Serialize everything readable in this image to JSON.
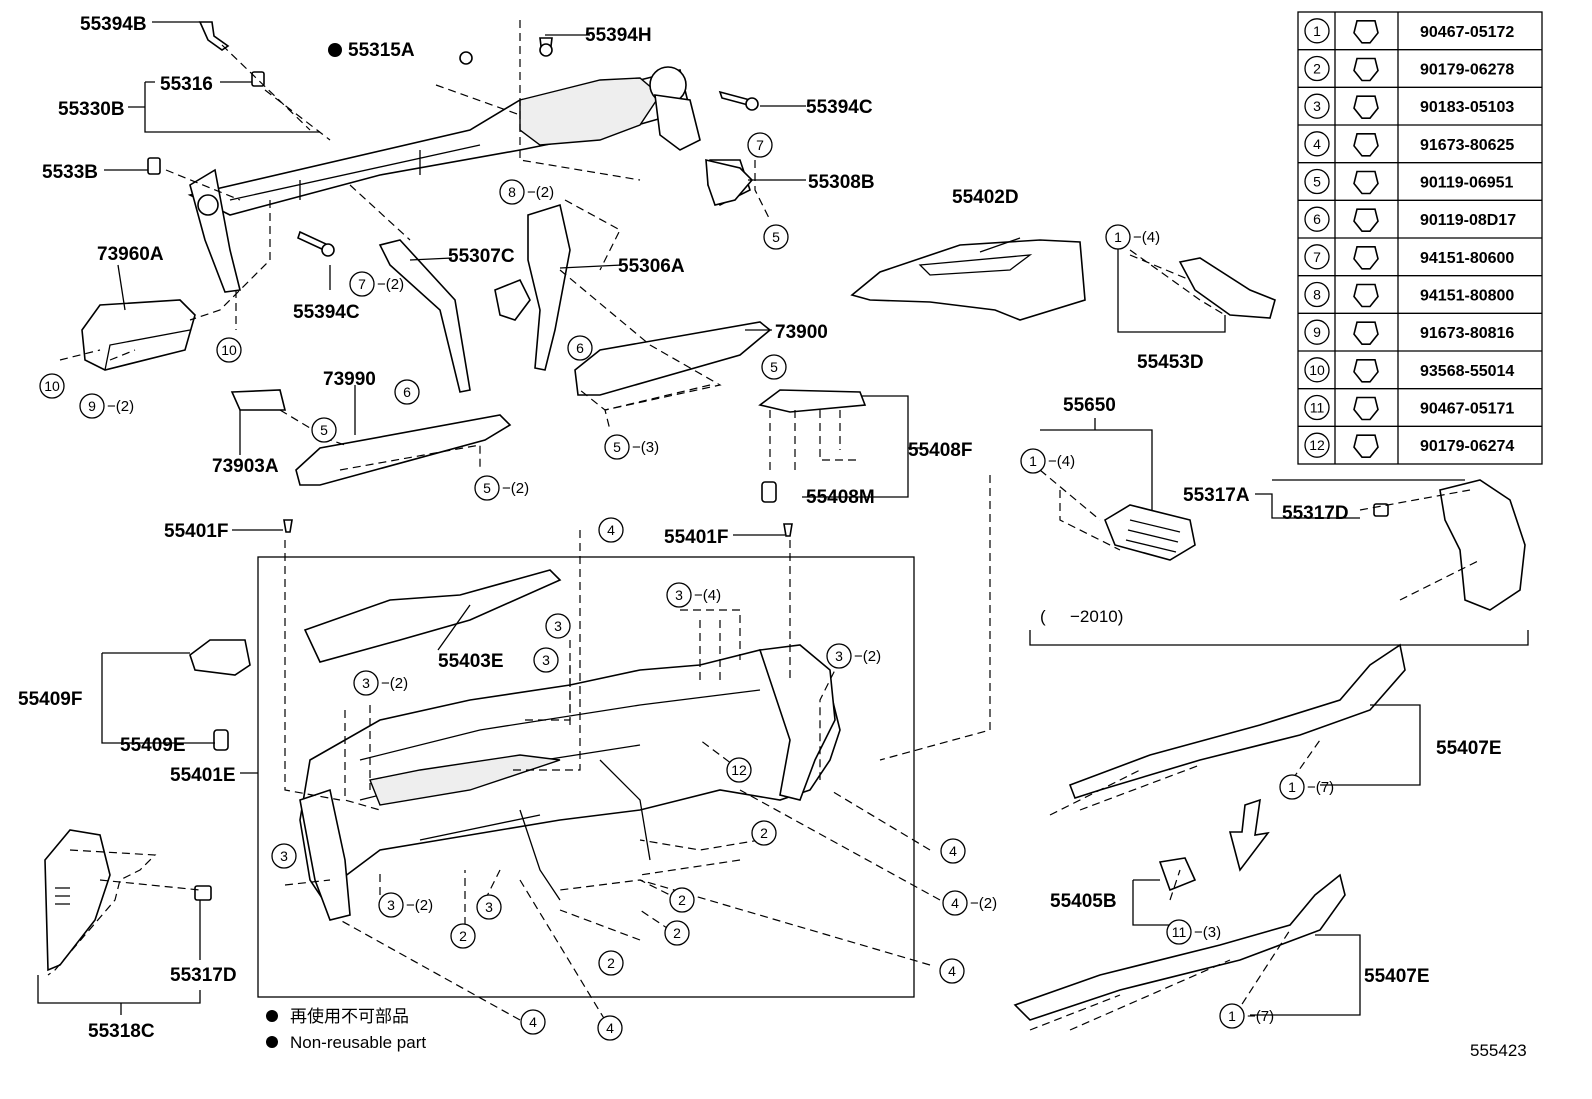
{
  "labels": [
    {
      "id": "55394B_top",
      "text": "55394B"
    },
    {
      "id": "55315A",
      "text": "55315A"
    },
    {
      "id": "55394H",
      "text": "55394H"
    },
    {
      "id": "55316",
      "text": "55316"
    },
    {
      "id": "55330B",
      "text": "55330B"
    },
    {
      "id": "55394C_r",
      "text": "55394C"
    },
    {
      "id": "5533B",
      "text": "5533B"
    },
    {
      "id": "55308B",
      "text": "55308B"
    },
    {
      "id": "55402D",
      "text": "55402D"
    },
    {
      "id": "73960A",
      "text": "73960A"
    },
    {
      "id": "55307C",
      "text": "55307C"
    },
    {
      "id": "55306A",
      "text": "55306A"
    },
    {
      "id": "55394C_l",
      "text": "55394C"
    },
    {
      "id": "73900",
      "text": "73900"
    },
    {
      "id": "55453D",
      "text": "55453D"
    },
    {
      "id": "73990",
      "text": "73990"
    },
    {
      "id": "73903A",
      "text": "73903A"
    },
    {
      "id": "55650",
      "text": "55650"
    },
    {
      "id": "55408F",
      "text": "55408F"
    },
    {
      "id": "55408M",
      "text": "55408M"
    },
    {
      "id": "55317A",
      "text": "55317A"
    },
    {
      "id": "55317D_r",
      "text": "55317D"
    },
    {
      "id": "55401F_l",
      "text": "55401F"
    },
    {
      "id": "55401F_r",
      "text": "55401F"
    },
    {
      "id": "55403E",
      "text": "55403E"
    },
    {
      "id": "55409F",
      "text": "55409F"
    },
    {
      "id": "55409E",
      "text": "55409E"
    },
    {
      "id": "55401E",
      "text": "55401E"
    },
    {
      "id": "55407E_a",
      "text": "55407E"
    },
    {
      "id": "55405B",
      "text": "55405B"
    },
    {
      "id": "55407E_b",
      "text": "55407E"
    },
    {
      "id": "55317D_l",
      "text": "55317D"
    },
    {
      "id": "55318C",
      "text": "55318C"
    }
  ],
  "callouts": [
    {
      "n": "7"
    },
    {
      "n": "5"
    },
    {
      "n": "8",
      "q": "−(2)"
    },
    {
      "n": "7",
      "q": "−(2)"
    },
    {
      "n": "10"
    },
    {
      "n": "10"
    },
    {
      "n": "9",
      "q": "−(2)"
    },
    {
      "n": "6"
    },
    {
      "n": "5"
    },
    {
      "n": "6"
    },
    {
      "n": "5"
    },
    {
      "n": "5",
      "q": "−(3)"
    },
    {
      "n": "5",
      "q": "−(2)"
    },
    {
      "n": "1",
      "q": "−(4)"
    },
    {
      "n": "1",
      "q": "−(4)"
    },
    {
      "n": "4"
    },
    {
      "n": "3",
      "q": "−(4)"
    },
    {
      "n": "3"
    },
    {
      "n": "3"
    },
    {
      "n": "3",
      "q": "−(2)"
    },
    {
      "n": "3",
      "q": "−(2)"
    },
    {
      "n": "12"
    },
    {
      "n": "4"
    },
    {
      "n": "2"
    },
    {
      "n": "3"
    },
    {
      "n": "3",
      "q": "−(2)"
    },
    {
      "n": "3"
    },
    {
      "n": "2"
    },
    {
      "n": "2"
    },
    {
      "n": "2"
    },
    {
      "n": "2"
    },
    {
      "n": "4",
      "q": "−(2)"
    },
    {
      "n": "4"
    },
    {
      "n": "4"
    },
    {
      "n": "4"
    },
    {
      "n": "1",
      "q": "−(7)"
    },
    {
      "n": "11",
      "q": "−(3)"
    },
    {
      "n": "1",
      "q": "−(7)"
    }
  ],
  "year_range": "−2010)",
  "year_range_open": "(",
  "legend": {
    "bullet": "●",
    "jp": "再使用不可部品",
    "en": "Non-reusable part"
  },
  "diagram_number": "555423",
  "table": [
    {
      "n": "1",
      "part": "90467-05172"
    },
    {
      "n": "2",
      "part": "90179-06278"
    },
    {
      "n": "3",
      "part": "90183-05103"
    },
    {
      "n": "4",
      "part": "91673-80625"
    },
    {
      "n": "5",
      "part": "90119-06951"
    },
    {
      "n": "6",
      "part": "90119-08D17"
    },
    {
      "n": "7",
      "part": "94151-80600"
    },
    {
      "n": "8",
      "part": "94151-80800"
    },
    {
      "n": "9",
      "part": "91673-80816"
    },
    {
      "n": "10",
      "part": "93568-55014"
    },
    {
      "n": "11",
      "part": "90467-05171"
    },
    {
      "n": "12",
      "part": "90179-06274"
    }
  ]
}
